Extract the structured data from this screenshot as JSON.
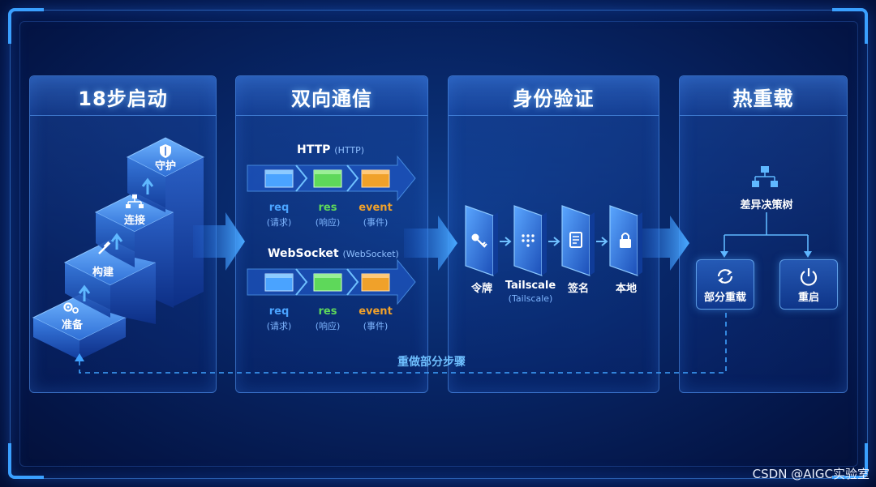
{
  "panels": [
    {
      "title": "18步启动"
    },
    {
      "title": "双向通信"
    },
    {
      "title": "身份验证"
    },
    {
      "title": "热重载"
    }
  ],
  "steps": {
    "items": [
      "守护",
      "连接",
      "构建",
      "准备"
    ],
    "icons": [
      "shield-icon",
      "network-icon",
      "hammer-icon",
      "gear-icon"
    ]
  },
  "comm": {
    "http": {
      "name": "HTTP",
      "sub": "(HTTP)"
    },
    "websocket": {
      "name": "WebSocket",
      "sub": "(WebSocket)"
    },
    "stages": [
      {
        "label": "req",
        "sub": "(请求)",
        "color": "#4aa3ff"
      },
      {
        "label": "res",
        "sub": "(响应)",
        "color": "#5ed85a"
      },
      {
        "label": "event",
        "sub": "(事件)",
        "color": "#f0a12a"
      }
    ]
  },
  "auth": {
    "items": [
      {
        "label": "令牌",
        "sub": "",
        "icon": "key-icon"
      },
      {
        "label": "Tailscale",
        "sub": "(Tailscale)",
        "icon": "tailscale-icon"
      },
      {
        "label": "签名",
        "sub": "",
        "icon": "signature-icon"
      },
      {
        "label": "本地",
        "sub": "",
        "icon": "lock-icon"
      }
    ]
  },
  "reload": {
    "tree_label": "差异决策树",
    "partial_label": "部分重载",
    "restart_label": "重启"
  },
  "redo_label": "重做部分步骤",
  "watermark": "CSDN @AIGC实验室",
  "colors": {
    "accent": "#3aa0ff",
    "arrow": "#3d9bff",
    "req": "#4aa3ff",
    "res": "#5ed85a",
    "event": "#f0a12a"
  }
}
